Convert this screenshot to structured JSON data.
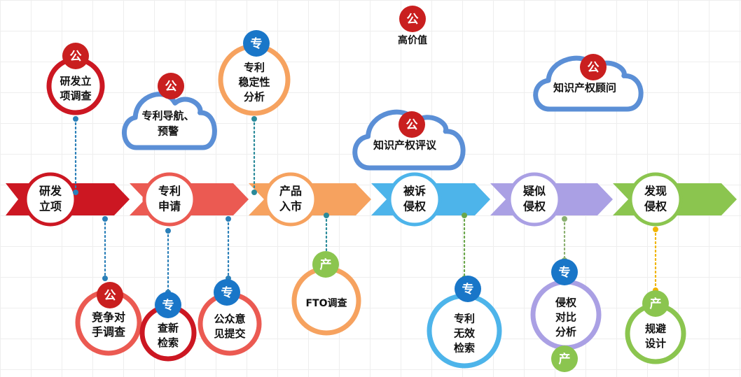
{
  "colors": {
    "red": "#cc1722",
    "coral": "#eb5a52",
    "orange": "#f6a25f",
    "blue": "#4db4ea",
    "purple": "#aaa0e4",
    "green": "#8bc54f",
    "badge_gong": "#c91f1f",
    "badge_zhuan": "#1976c8",
    "badge_chan": "#8bc54f",
    "cloud_blue": "#5b8fd6"
  },
  "legend": {
    "badge": "公",
    "label": "高价值"
  },
  "stages": [
    {
      "id": "rd",
      "lines": [
        "研发",
        "立项"
      ],
      "color": "red"
    },
    {
      "id": "apply",
      "lines": [
        "专利",
        "申请"
      ],
      "color": "coral"
    },
    {
      "id": "market",
      "lines": [
        "产品",
        "入市"
      ],
      "color": "orange"
    },
    {
      "id": "sued",
      "lines": [
        "被诉",
        "侵权"
      ],
      "color": "blue"
    },
    {
      "id": "suspect",
      "lines": [
        "疑似",
        "侵权"
      ],
      "color": "purple"
    },
    {
      "id": "found",
      "lines": [
        "发现",
        "侵权"
      ],
      "color": "green"
    }
  ],
  "services": [
    {
      "id": "rd-survey",
      "lines": [
        "研发立",
        "项调查"
      ],
      "badge": "公"
    },
    {
      "id": "competitor",
      "lines": [
        "竞争对",
        "手调查"
      ],
      "badge": "公"
    },
    {
      "id": "novelty-search",
      "lines": [
        "查新",
        "检索"
      ],
      "badge": "专"
    },
    {
      "id": "public-opinion",
      "lines": [
        "公众意",
        "见提交"
      ],
      "badge": "专"
    },
    {
      "id": "stability",
      "lines": [
        "专利",
        "稳定性",
        "分析"
      ],
      "badge": "专"
    },
    {
      "id": "fto",
      "lines": [
        "FTO调查"
      ],
      "badge": "产"
    },
    {
      "id": "invalidation",
      "lines": [
        "专利",
        "无效",
        "检索"
      ],
      "badge": "专"
    },
    {
      "id": "comparison",
      "lines": [
        "侵权",
        "对比",
        "分析"
      ],
      "badge": "专",
      "badge2": "产"
    },
    {
      "id": "design-around",
      "lines": [
        "规避",
        "设计"
      ],
      "badge": "产"
    }
  ],
  "clouds": [
    {
      "id": "navigation",
      "lines": [
        "专利导航、",
        "预警"
      ],
      "badge": "公"
    },
    {
      "id": "evaluation",
      "lines": [
        "知识产权评议"
      ],
      "badge": "公"
    },
    {
      "id": "consultant",
      "lines": [
        "知识产权顾问"
      ],
      "badge": "公"
    }
  ]
}
